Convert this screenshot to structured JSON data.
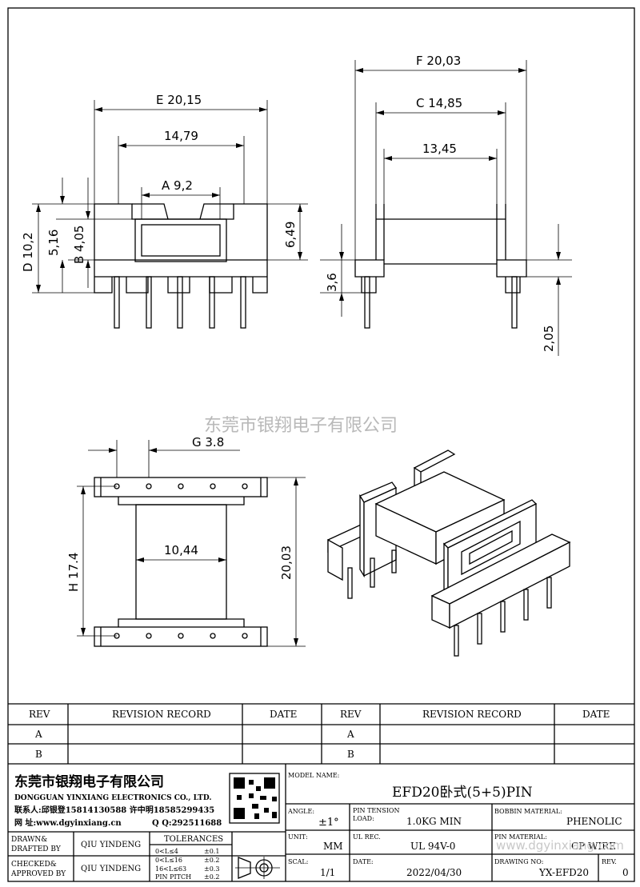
{
  "watermark": {
    "center": "东莞市银翔电子有限公司",
    "corner": "www.dgyinxiang.com"
  },
  "dimensions": {
    "front": {
      "E": "E 20,15",
      "inner": "14,79",
      "A": "A 9,2",
      "D": "D 10,2",
      "h516": "5,16",
      "B": "B 4,05",
      "h649": "6,49"
    },
    "side": {
      "F": "F 20,03",
      "C": "C 14,85",
      "w1345": "13,45",
      "h36": "3,6",
      "h205": "2,05"
    },
    "bottom": {
      "G": "G 3.8",
      "H": "H 17.4",
      "w1044": "10,44",
      "h2003": "20,03"
    }
  },
  "revision": {
    "headers": [
      "REV",
      "REVISION RECORD",
      "DATE",
      "REV",
      "REVISION RECORD",
      "DATE"
    ],
    "rows": [
      [
        "A",
        "",
        "",
        "A",
        "",
        ""
      ],
      [
        "B",
        "",
        "",
        "B",
        "",
        ""
      ]
    ]
  },
  "company": {
    "name_cn": "东莞市银翔电子有限公司",
    "name_en": "DONGGUAN YINXIANG ELECTRONICS CO., LTD.",
    "contact": "联系人:邱银登15814130588 许中明18585299435",
    "web": "网  址:www.dgyinxiang.cn",
    "qq": "Q  Q:292511688"
  },
  "titleblock": {
    "model_label": "MODEL NAME:",
    "model": "EFD20卧式(5+5)PIN",
    "angle_label": "ANGLE:",
    "angle": "±1°",
    "pin_tension_label": "PIN TENSION",
    "load_label": "LOAD:",
    "load": "1.0KG MIN",
    "bobbin_label": "BOBBIN MATERIAL:",
    "bobbin": "PHENOLIC",
    "unit_label": "UNIT:",
    "unit": "MM",
    "ul_label": "UL REC.",
    "ul": "UL 94V-0",
    "pin_material_label": "PIN MATERIAL:",
    "pin_material": "CP WIRE",
    "scale_label": "SCAL:",
    "scale": "1/1",
    "date_label": "DATE:",
    "date": "2022/04/30",
    "drawing_label": "DRAWING NO:",
    "drawing": "YX-EFD20",
    "rev_label": "REV.",
    "rev": "0",
    "drawn_label": "DRAWN&",
    "drafted_label": "DRAFTED BY",
    "drawn_by": "QIU YINDENG",
    "checked_label": "CHECKED&",
    "approved_label": "APPROVED BY",
    "checked_by": "QIU YINDENG",
    "tolerances_label": "TOLERANCES",
    "tolerances": [
      {
        "range": "0<L≤4",
        "tol": "±0.1"
      },
      {
        "range": "0<L≤16",
        "tol": "±0.2"
      },
      {
        "range": "16<L≤63",
        "tol": "±0.3"
      },
      {
        "range": "PIN PITCH",
        "tol": "±0.2"
      }
    ]
  }
}
